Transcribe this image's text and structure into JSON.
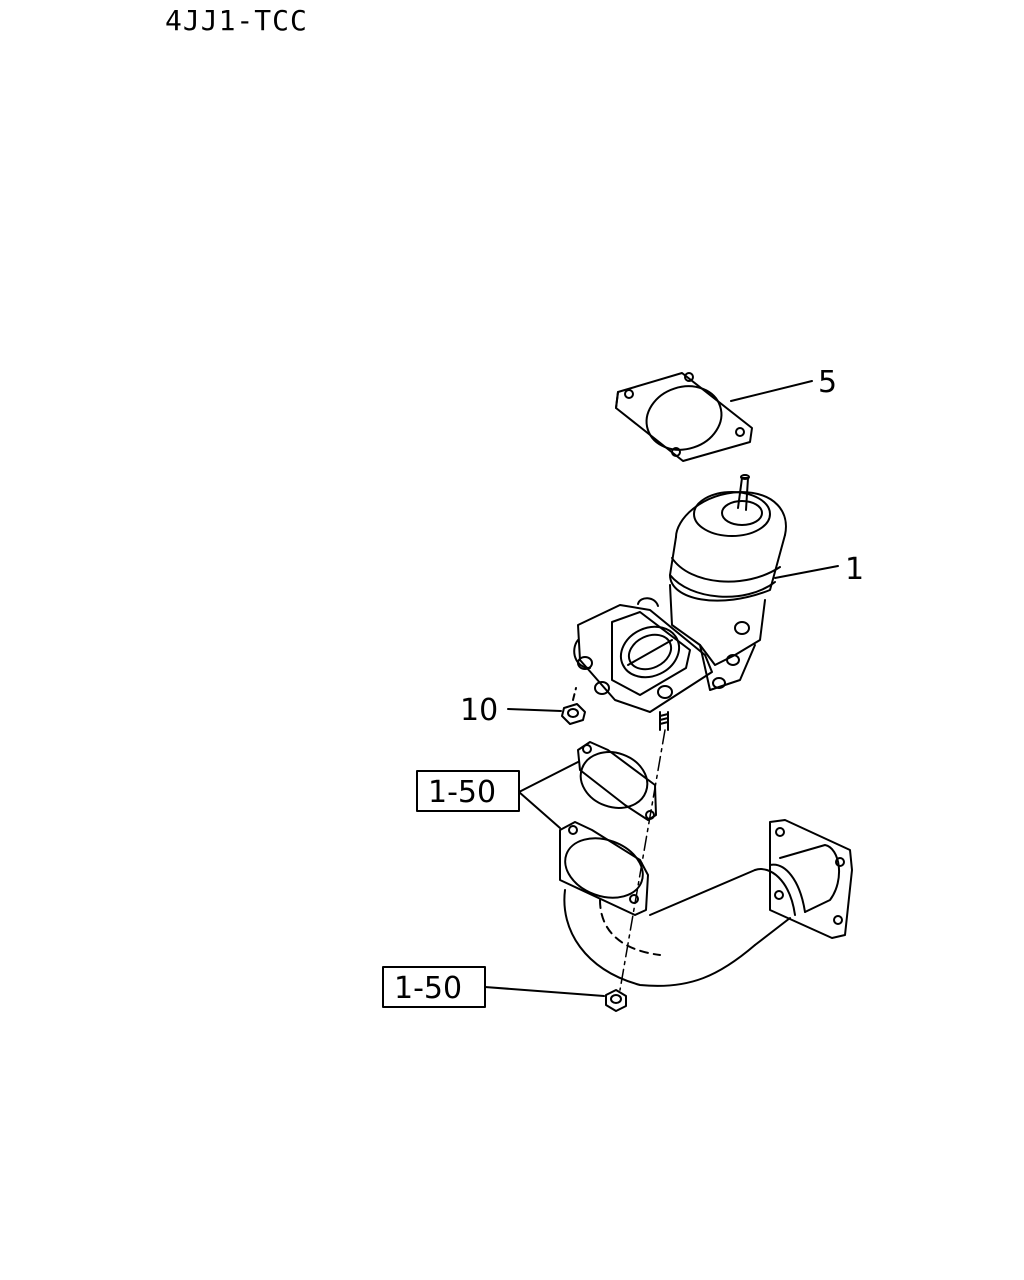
{
  "header": {
    "model_code": "4JJ1-TCC"
  },
  "callouts": {
    "gasket": "5",
    "egr_valve": "1",
    "nut": "10",
    "ref_upper": "1-50",
    "ref_lower": "1-50"
  },
  "colors": {
    "line": "#000000",
    "background": "#ffffff"
  }
}
